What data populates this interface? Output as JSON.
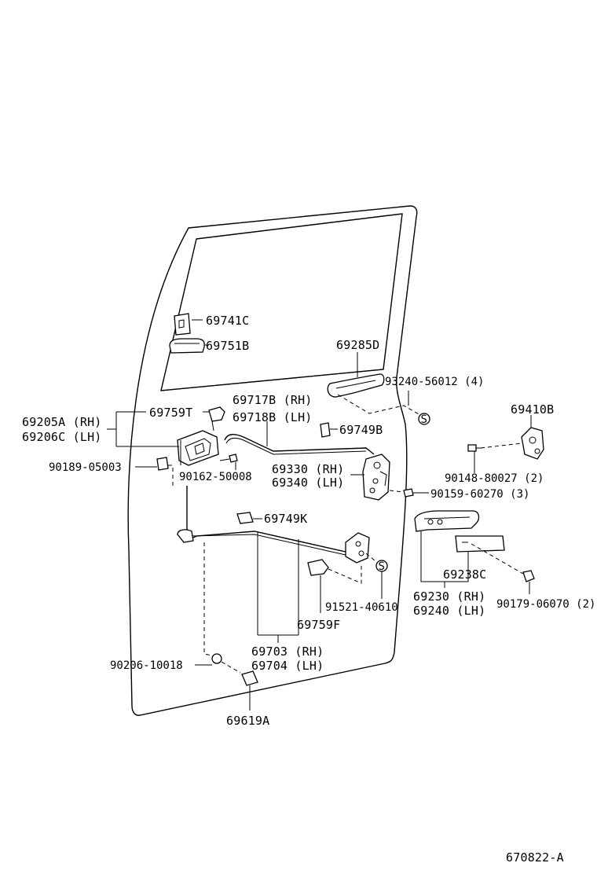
{
  "diagram": {
    "figure_code": "670822-A",
    "parts": {
      "p69741C": "69741C",
      "p69751B": "69751B",
      "p69285D": "69285D",
      "p93240": "93240-56012 (4)",
      "p69410B": "69410B",
      "p69717B": "69717B (RH)",
      "p69718B": "69718B (LH)",
      "p69759T": "69759T",
      "p69205A": "69205A (RH)",
      "p69206C": "69206C (LH)",
      "p69749B": "69749B",
      "p90189": "90189-05003",
      "p90162": "90162-50008",
      "p69330": "69330 (RH)",
      "p69340": "69340 (LH)",
      "p90148": "90148-80027 (2)",
      "p90159": "90159-60270 (3)",
      "p69749K": "69749K",
      "p69238C": "69238C",
      "p69230": "69230 (RH)",
      "p69240": "69240 (LH)",
      "p90179": "90179-06070 (2)",
      "p91521": "91521-40610",
      "p69759F": "69759F",
      "p69703": "69703 (RH)",
      "p69704": "69704 (LH)",
      "p90206": "90206-10018",
      "p69619A": "69619A"
    },
    "symbols": {
      "s_mark": "S"
    }
  }
}
